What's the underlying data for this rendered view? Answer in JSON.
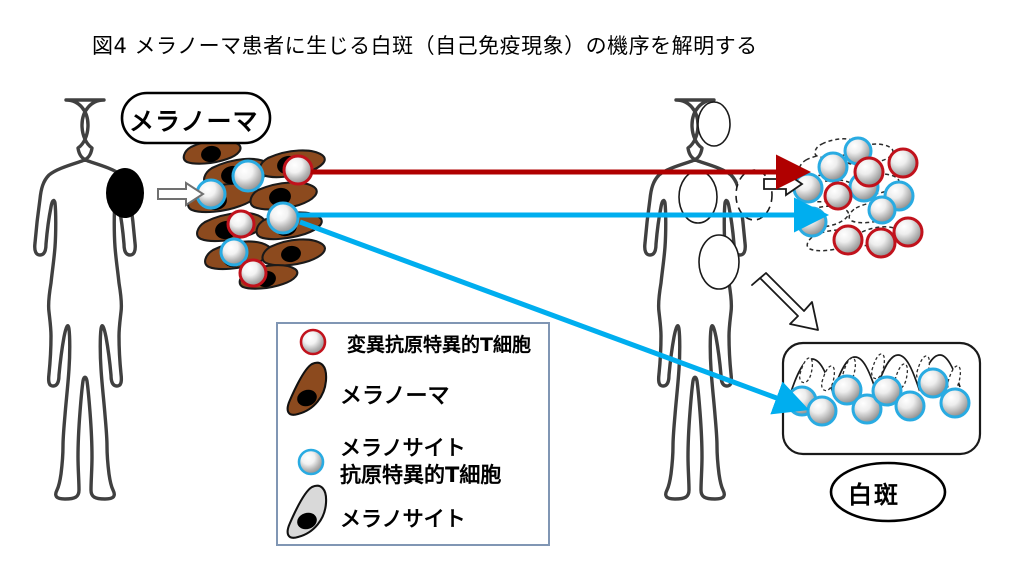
{
  "figure": {
    "title": "図4  メラノーマ患者に生じる白斑（自己免疫現象）の機序を解明する",
    "title_label": "figure-title"
  },
  "callouts": {
    "melanoma": "メラノーマ",
    "vitiligo": "白斑"
  },
  "legend": {
    "items": [
      {
        "icon": "red-ringed-sphere-icon",
        "label": "変異抗原特異的T細胞"
      },
      {
        "icon": "brown-spindle-cell-icon",
        "label": "メラノーマ"
      },
      {
        "icon": "blue-ringed-sphere-icon",
        "label": "メラノサイト",
        "label2": "抗原特異的T細胞"
      },
      {
        "icon": "gray-spindle-cell-icon",
        "label": "メラノサイト"
      }
    ]
  },
  "colors": {
    "melanoma_brown": "#8C4A1E",
    "melanoma_brown_light": "#A85C28",
    "tcell_ring_red": "#C1121C",
    "tcell_ring_blue": "#29ABE2",
    "arrow_red": "#B00000",
    "arrow_blue": "#00AEEF",
    "body_outline": "#404040",
    "legend_border": "#8096B4",
    "lesion_black": "#000000",
    "melanocyte_gray": "#D9D9D9",
    "sphere_highlight": "#FFFFFF",
    "sphere_shade": "#8A8A8A"
  },
  "figures": {
    "left_patient": {
      "name": "patient-with-melanoma",
      "lesion": "black-melanoma-lesion-on-shoulder"
    },
    "right_patient": {
      "name": "patient-with-vitiligo",
      "patches": [
        "head-patch",
        "chest-patch-left",
        "chest-patch-right-dashed",
        "abdomen-patch"
      ]
    }
  },
  "clusters": {
    "melanoma_tumor": {
      "name": "melanoma-tumor-cluster",
      "cells": 14,
      "tcells_red": 3,
      "tcells_blue": 4
    },
    "vitiligo_skin": {
      "name": "depigmented-skin-cell-cluster",
      "tcells_red": 7,
      "tcells_blue": 8
    },
    "skin_section": {
      "name": "skin-cross-section-panel",
      "melanocytes": 7,
      "tcells_blue": 8
    }
  },
  "arrows": {
    "gray_lesion": "lesion-to-tumor-arrow",
    "red_long": "mutant-antigen-tcell-migration-arrow",
    "blue_long": "melanocyte-antigen-tcell-migration-arrow",
    "blue_diagonal": "melanocyte-antigen-tcell-to-skin-arrow",
    "gray_cluster": "vitiligo-skin-pointer-arrow",
    "white_diagonal": "skin-section-pointer-arrow"
  }
}
